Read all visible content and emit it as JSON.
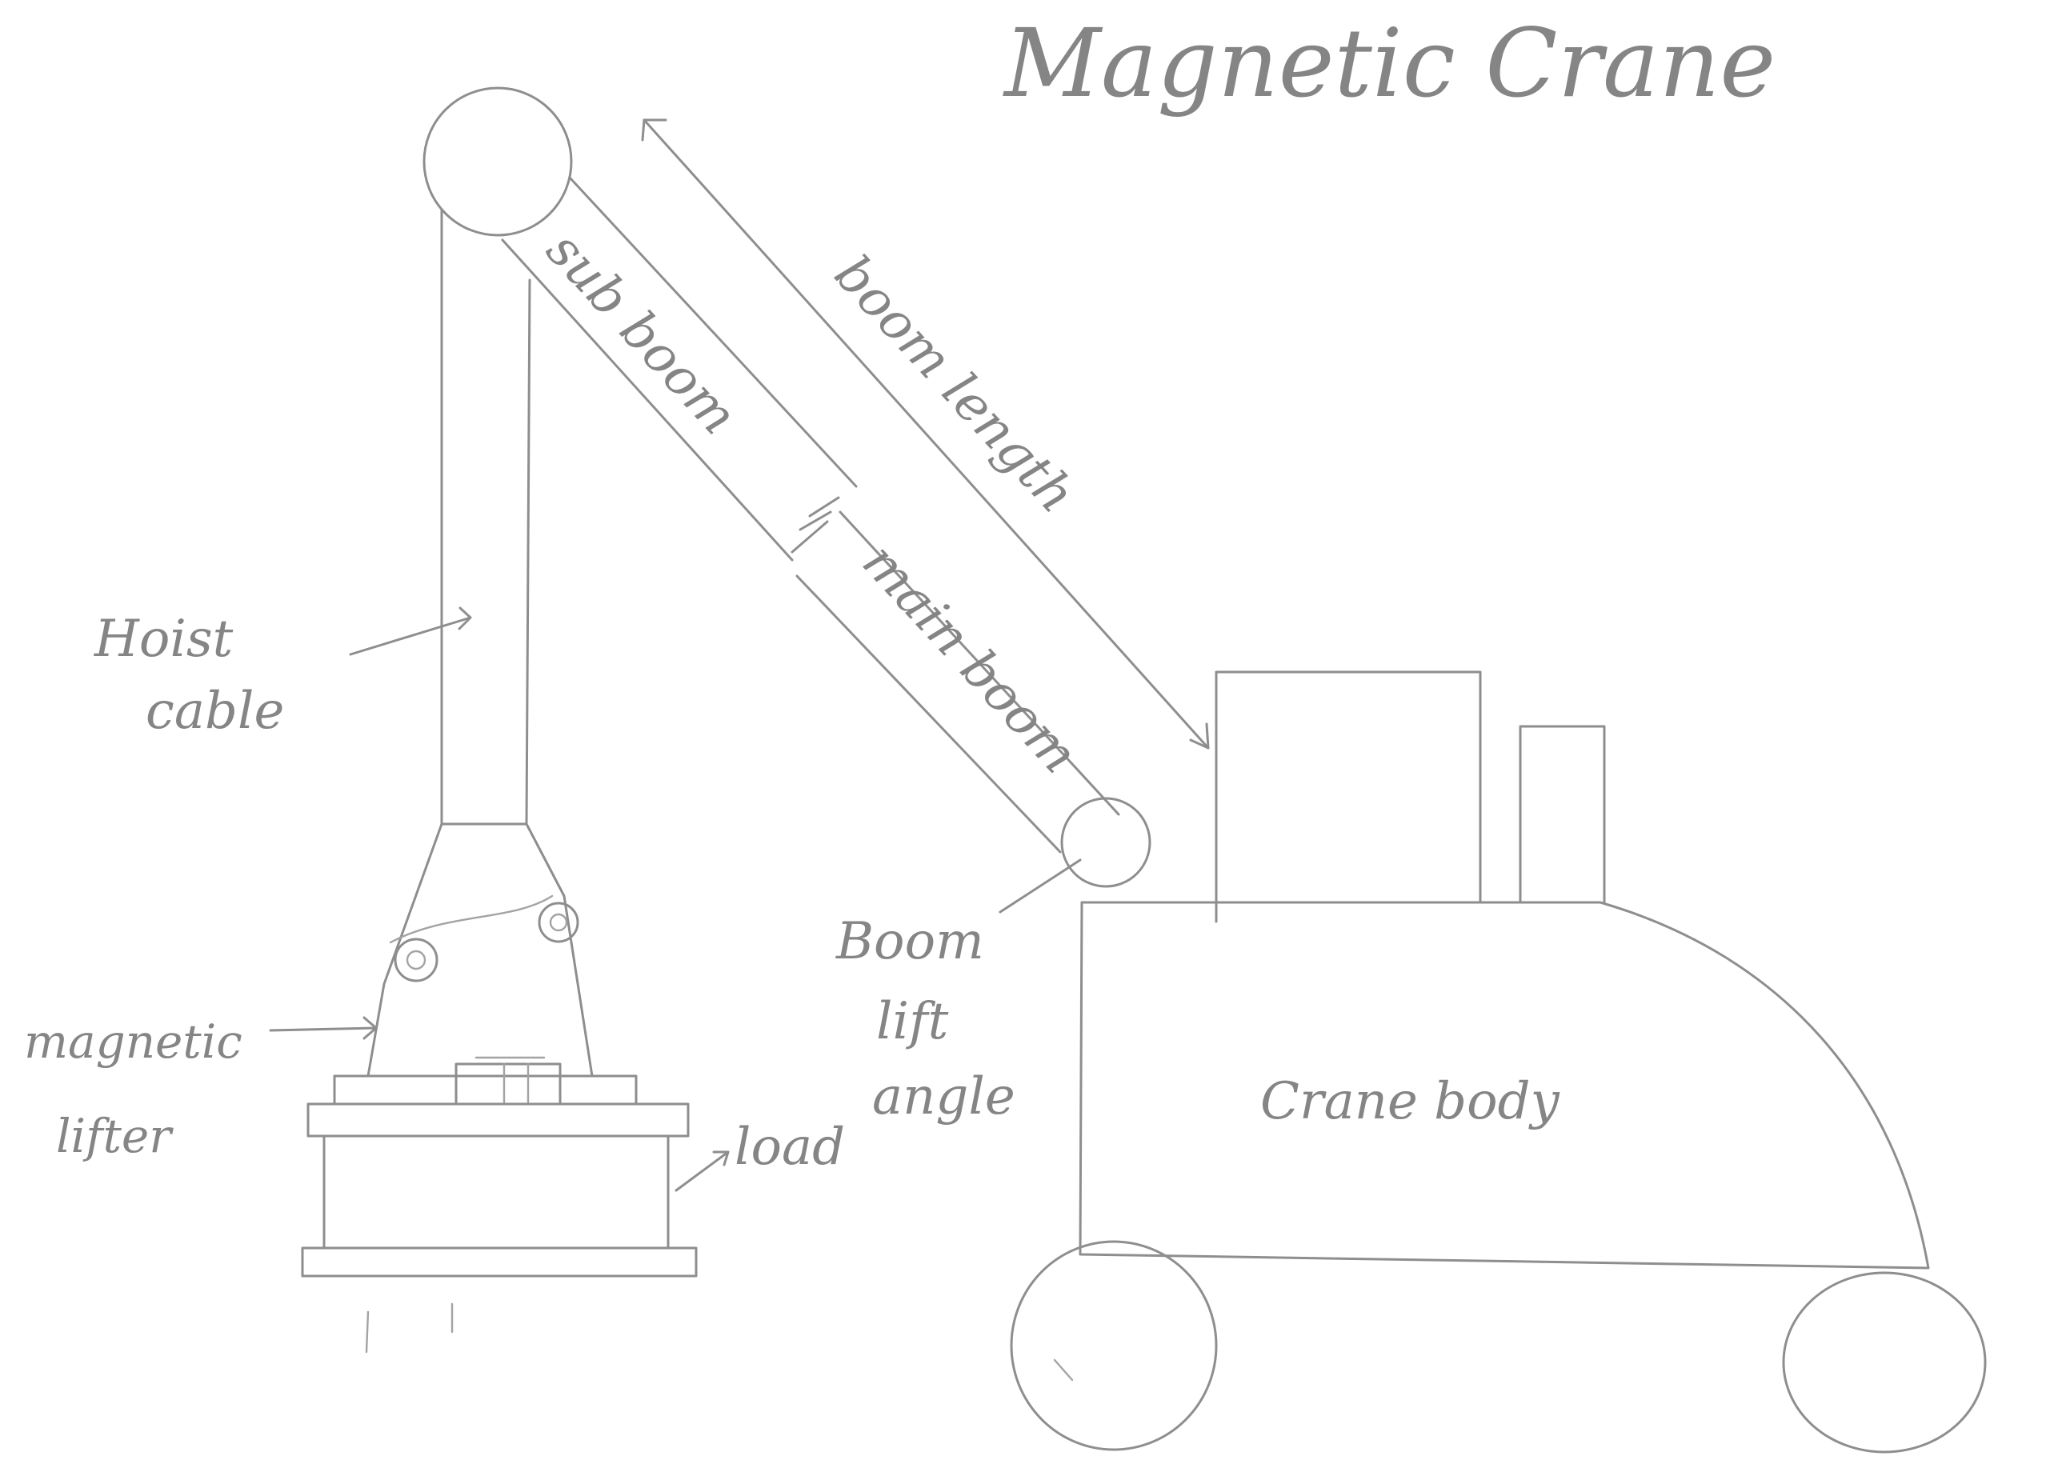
{
  "title": "Magnetic Crane",
  "labels": {
    "sub_boom": "sub boom",
    "boom_length": "boom length",
    "main_boom": "main boom",
    "hoist_cable": [
      "Hoist",
      "cable"
    ],
    "magnetic_lifter": [
      "magnetic",
      "lifter"
    ],
    "load": "load",
    "boom_lift_angle": [
      "Boom",
      "lift",
      "angle"
    ],
    "crane_body": "Crane body"
  },
  "colors": {
    "paper": "#ffffff",
    "pencil": "#8e8e8e"
  }
}
